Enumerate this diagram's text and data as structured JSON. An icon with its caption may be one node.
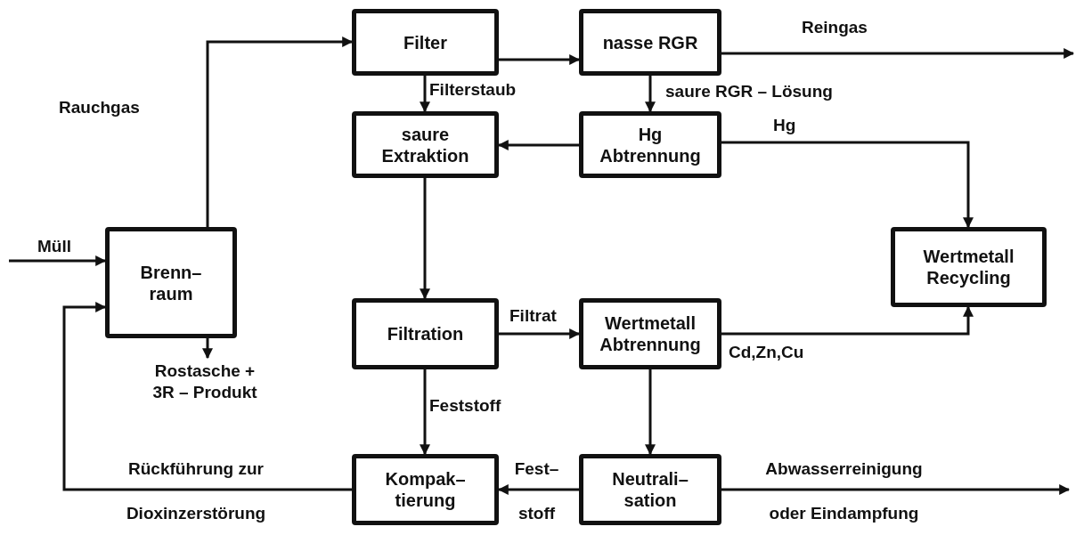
{
  "diagram": {
    "nodes": [
      {
        "text": [
          "Filter"
        ]
      },
      {
        "text": [
          "nasse RGR"
        ]
      },
      {
        "text": [
          "saure Extraktion"
        ]
      },
      {
        "text": [
          "Hg Abtrennung"
        ]
      },
      {
        "text": [
          "Brenn– raum"
        ]
      },
      {
        "text": [
          "Wertmetall Recycling"
        ]
      },
      {
        "text": [
          "Filtration"
        ]
      },
      {
        "text": [
          "Wertmetall Abtrennung"
        ]
      },
      {
        "text": [
          "Kompak– tierung"
        ]
      },
      {
        "text": [
          "Neutrali– sation"
        ]
      }
    ],
    "edges": [
      {
        "from": null,
        "to": 4,
        "arrow": "to",
        "label": "Müll"
      },
      {
        "from": 4,
        "to": 0,
        "arrow": "to",
        "label": "Rauchgas"
      },
      {
        "from": 0,
        "to": 1,
        "arrow": "to"
      },
      {
        "from": 1,
        "to": null,
        "arrow": "to",
        "label": "Reingas"
      },
      {
        "from": 0,
        "to": 2,
        "arrow": "to",
        "label": "Filterstaub"
      },
      {
        "from": 1,
        "to": 3,
        "arrow": "to",
        "label": "saure RGR – Lösung"
      },
      {
        "from": 3,
        "to": 2,
        "arrow": "to"
      },
      {
        "from": 3,
        "to": 5,
        "arrow": "to",
        "label": "Hg"
      },
      {
        "from": 2,
        "to": 6,
        "arrow": "to"
      },
      {
        "from": 6,
        "to": 7,
        "arrow": "to",
        "label": "Filtrat"
      },
      {
        "from": 7,
        "to": 5,
        "arrow": "to",
        "label": "Cd,Zn,Cu"
      },
      {
        "from": 6,
        "to": 8,
        "arrow": "to",
        "label": "Feststoff"
      },
      {
        "from": 7,
        "to": 9,
        "arrow": "to"
      },
      {
        "from": 9,
        "to": 8,
        "arrow": "to",
        "label": "Fest– stoff"
      },
      {
        "from": 9,
        "to": null,
        "arrow": "to",
        "label": "Abwasserreinigung oder Eindampfung"
      },
      {
        "from": 8,
        "to": 4,
        "arrow": "to",
        "label": "Rückführung zur Dioxinzerstörung"
      },
      {
        "from": 4,
        "to": null,
        "arrow": "to",
        "label": "Rostasche + 3R – Produkt"
      }
    ]
  }
}
